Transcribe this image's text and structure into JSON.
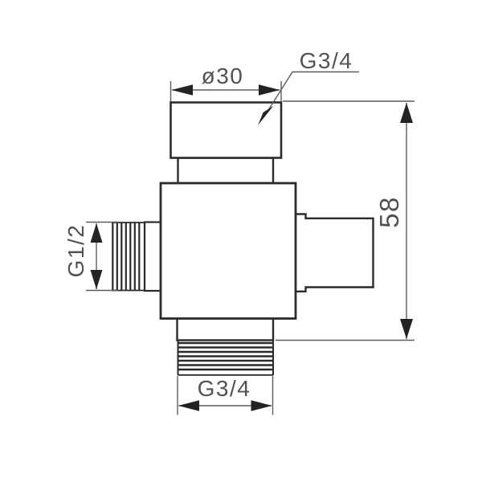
{
  "drawing": {
    "annotations": {
      "top_diameter": {
        "label": "ø30"
      },
      "top_thread": {
        "label": "G3/4"
      },
      "height": {
        "label": "58"
      },
      "left_thread": {
        "label": "G1/2"
      },
      "bottom_thread": {
        "label": "G3/4"
      }
    },
    "colors": {
      "outline": "#2b2b2b",
      "dimension_line": "#5d5d5d",
      "label_text": "#525252",
      "arrowhead": "#232323",
      "background": "#ffffff"
    }
  }
}
